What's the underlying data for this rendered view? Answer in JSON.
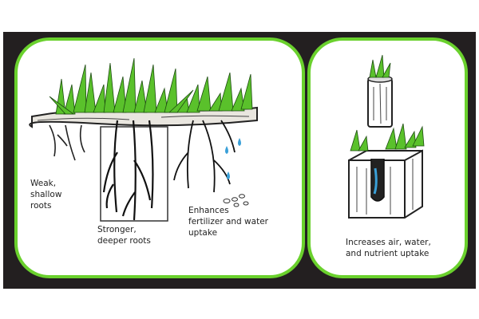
{
  "colors": {
    "background": "#231f20",
    "accent": "#6ad12d",
    "grass": "#58c22a",
    "water": "#3aa0d8"
  },
  "left_panel": {
    "labels": {
      "weak": "Weak,\nshallow\nroots",
      "stronger": "Stronger,\ndeeper roots",
      "enhances": "Enhances\nfertilizer and water\nuptake"
    }
  },
  "right_panel": {
    "labels": {
      "increases": "Increases air, water,\nand nutrient uptake"
    }
  }
}
